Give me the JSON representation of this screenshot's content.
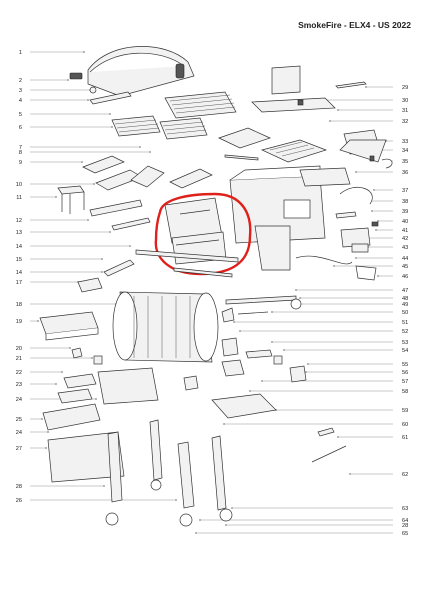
{
  "title": "SmokeFire  - ELX4 - US 2022",
  "highlight_color": "#e0201a",
  "left_callouts": [
    "1",
    "2",
    "3",
    "4",
    "5",
    "6",
    "7",
    "8",
    "9",
    "10",
    "11",
    "12",
    "13",
    "14",
    "15",
    "14",
    "17",
    "18",
    "19",
    "20",
    "21",
    "22",
    "23",
    "24",
    "25",
    "24",
    "27",
    "28",
    "26"
  ],
  "right_callouts": [
    "29",
    "30",
    "31",
    "32",
    "33",
    "34",
    "35",
    "36",
    "37",
    "38",
    "39",
    "40",
    "41",
    "42",
    "43",
    "44",
    "45",
    "46",
    "47",
    "48",
    "49",
    "50",
    "51",
    "52",
    "53",
    "54",
    "55",
    "56",
    "57",
    "58",
    "59",
    "60",
    "61",
    "62",
    "63",
    "28",
    "64",
    "65"
  ]
}
